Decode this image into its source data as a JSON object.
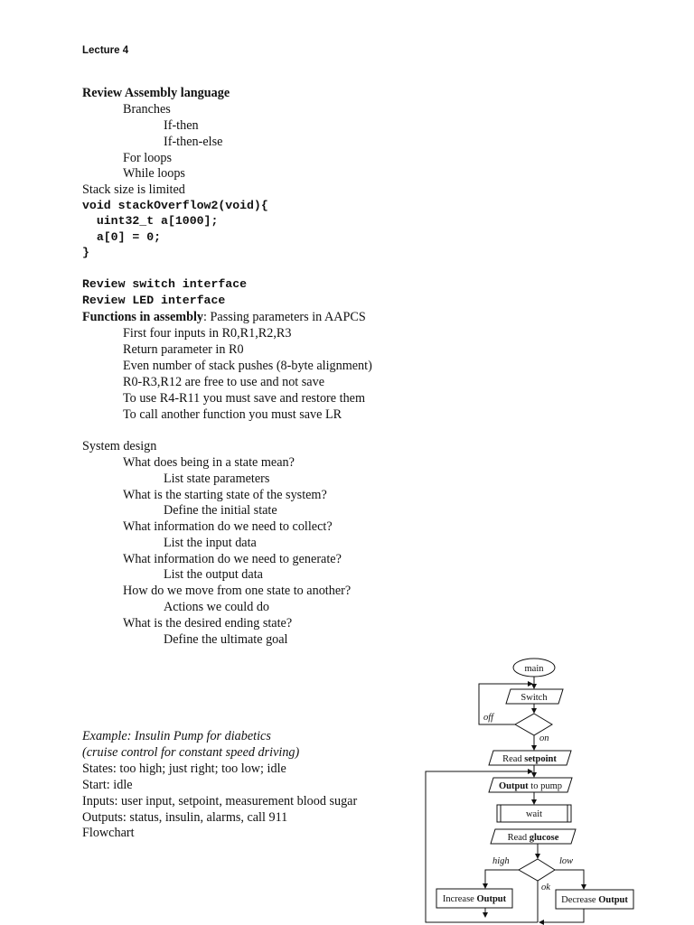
{
  "header": {
    "title": "Lecture 4"
  },
  "assembly_review": {
    "heading": "Review Assembly language",
    "items": [
      {
        "level": 1,
        "text": "Branches"
      },
      {
        "level": 2,
        "text": "If-then"
      },
      {
        "level": 2,
        "text": "If-then-else"
      },
      {
        "level": 1,
        "text": "For loops"
      },
      {
        "level": 1,
        "text": "While loops"
      },
      {
        "level": 0,
        "text": "Stack size is limited"
      }
    ]
  },
  "code": {
    "lines": [
      "void stackOverflow2(void){",
      "  uint32_t a[1000];",
      "  a[0] = 0;",
      "}"
    ]
  },
  "reviews": [
    "Review switch interface",
    "Review LED interface"
  ],
  "functions": {
    "heading_bold": "Functions in assembly",
    "heading_rest": ": Passing parameters in AAPCS",
    "items": [
      "First four inputs in R0,R1,R2,R3",
      "Return parameter in R0",
      "Even number of stack pushes (8-byte alignment)",
      "R0-R3,R12 are free to use and not save",
      "To use R4-R11 you must save and restore them",
      "To call another function you must save LR"
    ]
  },
  "system_design": {
    "heading": "System design",
    "items": [
      {
        "level": 1,
        "text": "What does being in a state mean?"
      },
      {
        "level": 2,
        "text": "List state parameters"
      },
      {
        "level": 1,
        "text": "What is the starting state of the system?"
      },
      {
        "level": 2,
        "text": "Define the initial state"
      },
      {
        "level": 1,
        "text": "What information do we need to collect?"
      },
      {
        "level": 2,
        "text": "List the input data"
      },
      {
        "level": 1,
        "text": "What information do we need to generate?"
      },
      {
        "level": 2,
        "text": "List the output data"
      },
      {
        "level": 1,
        "text": "How do we move from one state to another?"
      },
      {
        "level": 2,
        "text": "Actions we could do"
      },
      {
        "level": 1,
        "text": "What is the desired ending state?"
      },
      {
        "level": 2,
        "text": "Define the ultimate goal"
      }
    ]
  },
  "example": {
    "title": "Example: Insulin Pump for diabetics",
    "subtitle": "(cruise control for constant speed driving)",
    "lines": [
      "States: too high; just right; too low; idle",
      "Start: idle",
      "Inputs: user input, setpoint, measurement blood sugar",
      "Outputs: status, insulin, alarms, call 911",
      "Flowchart"
    ]
  },
  "flowchart": {
    "start": "main",
    "switch": "Switch",
    "off_label": "off",
    "on_label": "on",
    "read_setpoint": {
      "normal": "Read ",
      "bold": "setpoint"
    },
    "output_pump": {
      "bold": "Output",
      "normal": " to pump"
    },
    "wait": "wait",
    "read_glucose": {
      "normal": "Read ",
      "bold": "glucose"
    },
    "high_label": "high",
    "low_label": "low",
    "ok_label": "ok",
    "increase": {
      "normal": "Increase ",
      "bold": "Output"
    },
    "decrease": {
      "normal": "Decrease ",
      "bold": "Output"
    }
  }
}
